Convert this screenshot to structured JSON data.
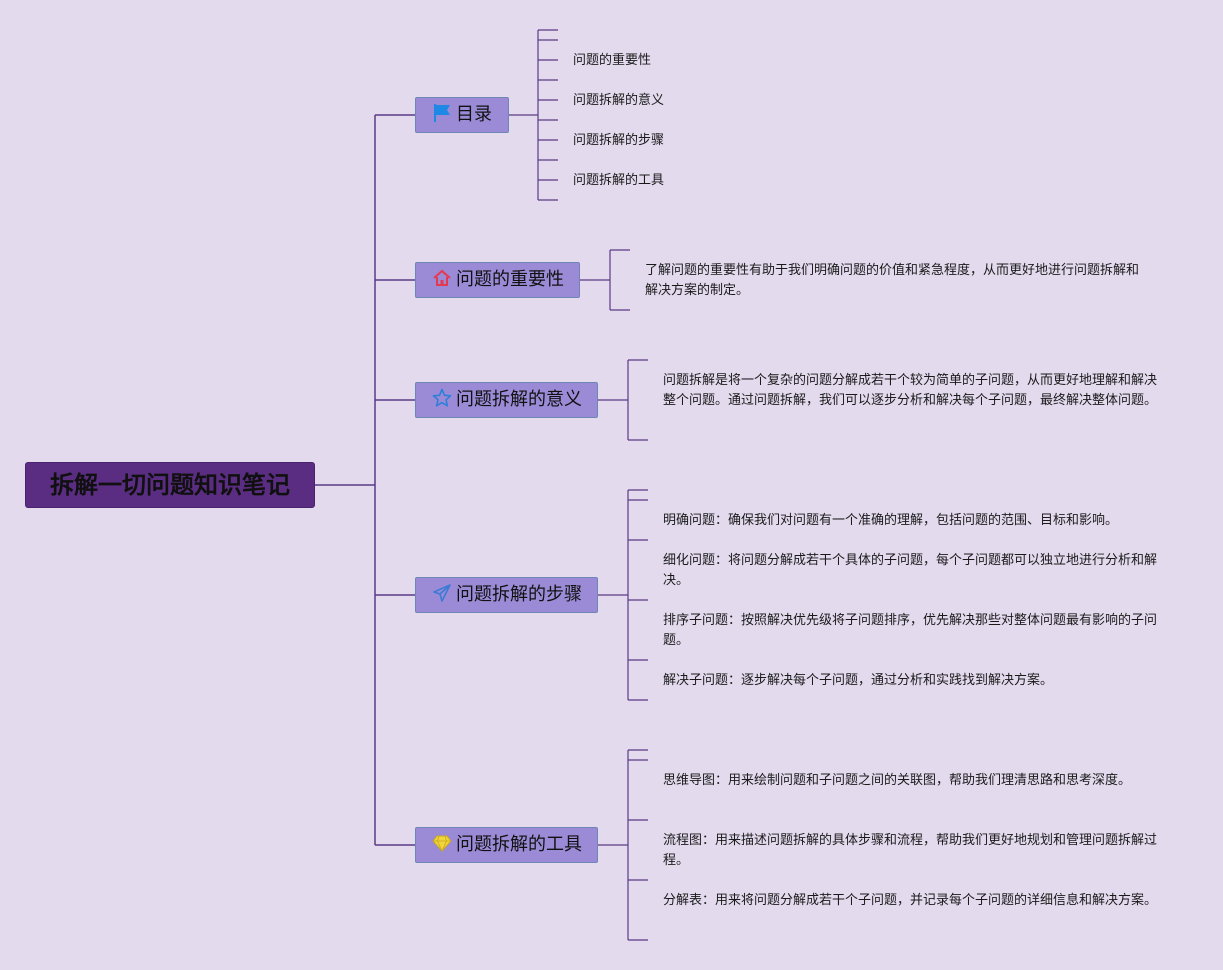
{
  "root": {
    "title": "拆解一切问题知识笔记"
  },
  "branches": [
    {
      "label": "目录",
      "icon": "flag-icon",
      "icon_color": "#1e88e5",
      "children": [
        "问题的重要性",
        "问题拆解的意义",
        "问题拆解的步骤",
        "问题拆解的工具"
      ]
    },
    {
      "label": "问题的重要性",
      "icon": "home-icon",
      "icon_color": "#e53950",
      "children": [
        "了解问题的重要性有助于我们明确问题的价值和紧急程度，从而更好地进行问题拆解和解决方案的制定。"
      ]
    },
    {
      "label": "问题拆解的意义",
      "icon": "star-icon",
      "icon_color": "#2f7fd8",
      "children": [
        "问题拆解是将一个复杂的问题分解成若干个较为简单的子问题，从而更好地理解和解决整个问题。通过问题拆解，我们可以逐步分析和解决每个子问题，最终解决整体问题。"
      ]
    },
    {
      "label": "问题拆解的步骤",
      "icon": "paper-plane-icon",
      "icon_color": "#3b7ad6",
      "children": [
        "明确问题：确保我们对问题有一个准确的理解，包括问题的范围、目标和影响。",
        "细化问题：将问题分解成若干个具体的子问题，每个子问题都可以独立地进行分析和解决。",
        "排序子问题：按照解决优先级将子问题排序，优先解决那些对整体问题最有影响的子问题。",
        "解决子问题：逐步解决每个子问题，通过分析和实践找到解决方案。"
      ]
    },
    {
      "label": "问题拆解的工具",
      "icon": "diamond-icon",
      "icon_color": "#f0d53c",
      "children": [
        "思维导图：用来绘制问题和子问题之间的关联图，帮助我们理清思路和思考深度。",
        "流程图：用来描述问题拆解的具体步骤和流程，帮助我们更好地规划和管理问题拆解过程。",
        "分解表：用来将问题分解成若干个子问题，并记录每个子问题的详细信息和解决方案。"
      ]
    }
  ]
}
